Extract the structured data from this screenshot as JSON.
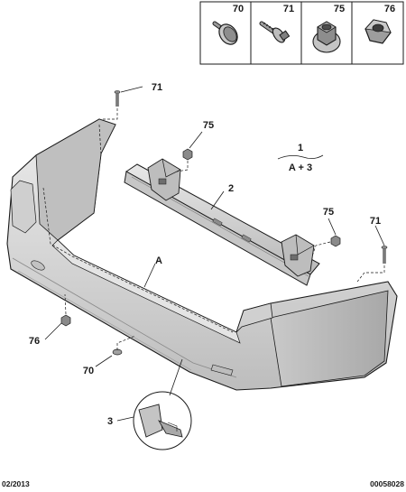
{
  "legend": {
    "cells": [
      {
        "ref": "70",
        "icon": "bolt-icon"
      },
      {
        "ref": "71",
        "icon": "screw-icon"
      },
      {
        "ref": "75",
        "icon": "flange-nut-icon"
      },
      {
        "ref": "76",
        "icon": "nut-icon"
      }
    ]
  },
  "labels": {
    "assembly_number": "1",
    "assembly_formula": "A + 3",
    "beam_ref": "2",
    "bumper_ref": "A",
    "bracket_ref": "3",
    "screw_top": "71",
    "screw_right": "71",
    "nut_top": "75",
    "nut_right": "75",
    "nut_left": "76",
    "bolt_bottom": "70"
  },
  "footer": {
    "date": "02/2013",
    "doc_number": "00058028"
  },
  "colors": {
    "line": "#1a1a1a",
    "bumper_fill": "#d9d9d9",
    "shadow": "#b3b3b3"
  }
}
